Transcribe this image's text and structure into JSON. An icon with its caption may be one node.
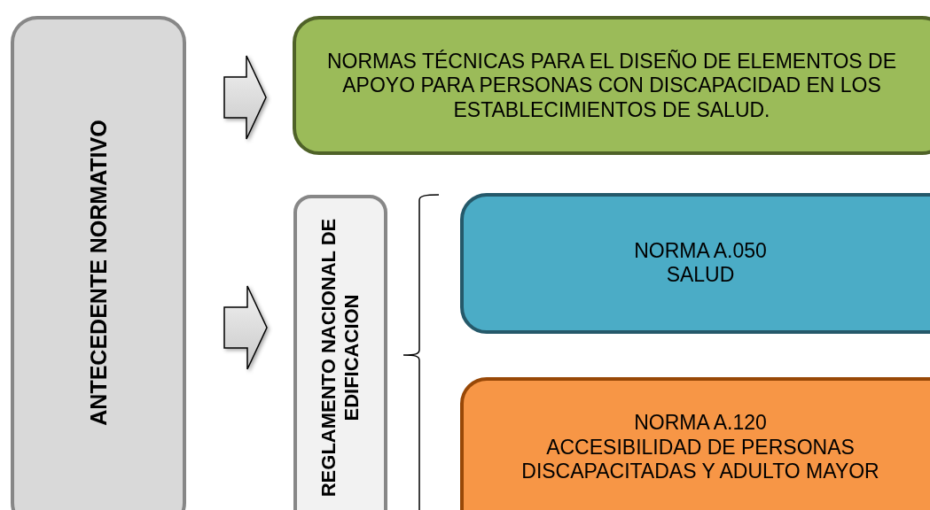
{
  "diagram": {
    "nodes": [
      {
        "text": [
          "ANTECEDENTE NORMATIVO"
        ]
      },
      {
        "text": [
          "NORMAS TÉCNICAS PARA EL DISEÑO DE ELEMENTOS DE APOYO PARA PERSONAS CON DISCAPACIDAD EN LOS ESTABLECIMIENTOS DE SALUD."
        ]
      },
      {
        "text": [
          "REGLAMENTO NACIONAL DE EDIFICACION"
        ]
      },
      {
        "text": [
          "NORMA A.050",
          "SALUD"
        ]
      },
      {
        "text": [
          "NORMA A.120",
          "ACCESIBILIDAD DE PERSONAS DISCAPACITADAS Y ADULTO MAYOR"
        ]
      }
    ],
    "edges": [
      {
        "from": 0,
        "to": 1,
        "arrow": "to"
      },
      {
        "from": 0,
        "to": 2,
        "arrow": "to"
      }
    ]
  }
}
